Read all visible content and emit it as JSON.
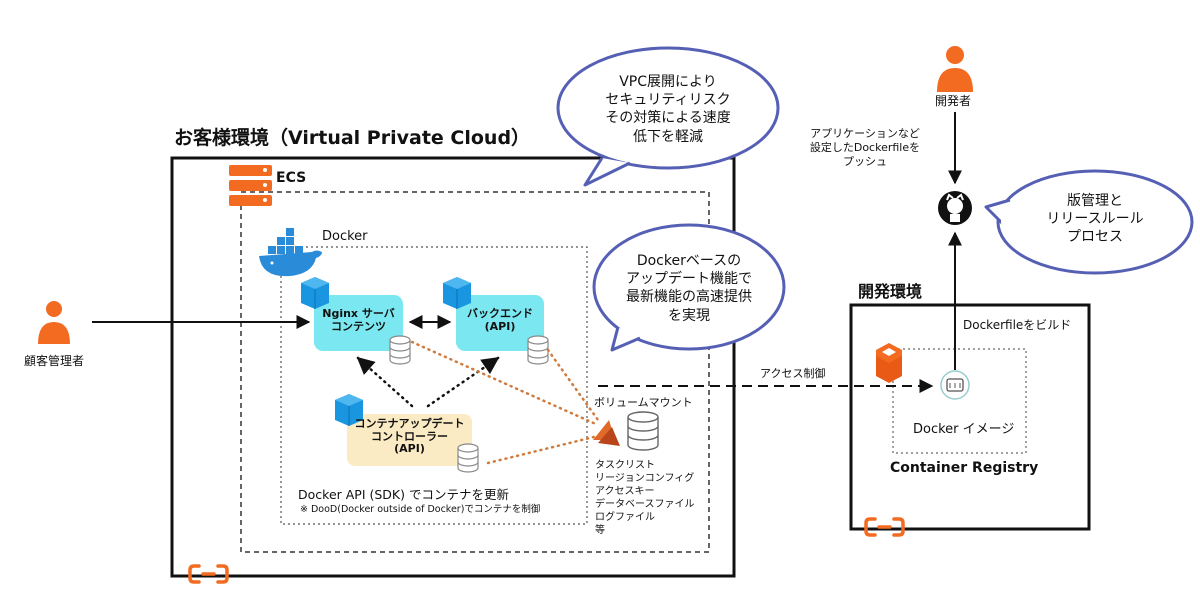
{
  "colors": {
    "orange": "#F26B21",
    "cyan": "#7BE7F0",
    "cream": "#FAEBC4",
    "bubble_border": "#5560B5",
    "docker_blue": "#2A8CD8",
    "cube_blue": "#1A95DF",
    "dotted_orange": "#D07A3B"
  },
  "icons": [
    "person-icon",
    "server-stack-icon",
    "docker-whale-icon",
    "cube-icon",
    "database-icon",
    "github-icon",
    "alibaba-cloud-icon",
    "container-registry-icon",
    "docker-image-icon",
    "volume-mount-icon"
  ],
  "customer": {
    "title": "お客様環境（Virtual Private Cloud）",
    "ecs_label": "ECS",
    "docker_label": "Docker",
    "nginx": [
      "Nginx サーバ",
      "コンテンツ"
    ],
    "backend": [
      "バックエンド",
      "(API)"
    ],
    "controller": [
      "コンテナアップデート",
      "コントローラー",
      "(API)"
    ],
    "api_note": "Docker API (SDK) でコンテナを更新",
    "dood_note": "※ DooD(Docker outside of Docker)でコンテナを制御",
    "volume_label": "ボリュームマウント",
    "volume_items": [
      "タスクリスト",
      "リージョンコンフィグ",
      "アクセスキー",
      "データベースファイル",
      "ログファイル",
      "等"
    ]
  },
  "customer_admin": "顧客管理者",
  "bubble_vpc": [
    "VPC展開により",
    "セキュリティリスク",
    "その対策による速度",
    "低下を軽減"
  ],
  "bubble_docker": [
    "Dockerベースの",
    "アップデート機能で",
    "最新機能の高速提供",
    "を実現"
  ],
  "bubble_git": [
    "版管理と",
    "リリースルール",
    "プロセス"
  ],
  "access_control": "アクセス制御",
  "developer": {
    "person_label": "開発者",
    "push_note": [
      "アプリケーションなど",
      "設定したDockerfileを",
      "プッシュ"
    ]
  },
  "dev_env": {
    "title": "開発環境",
    "build_label": "Dockerfileをビルド",
    "image_label": "Docker イメージ",
    "registry_label": "Container Registry"
  }
}
